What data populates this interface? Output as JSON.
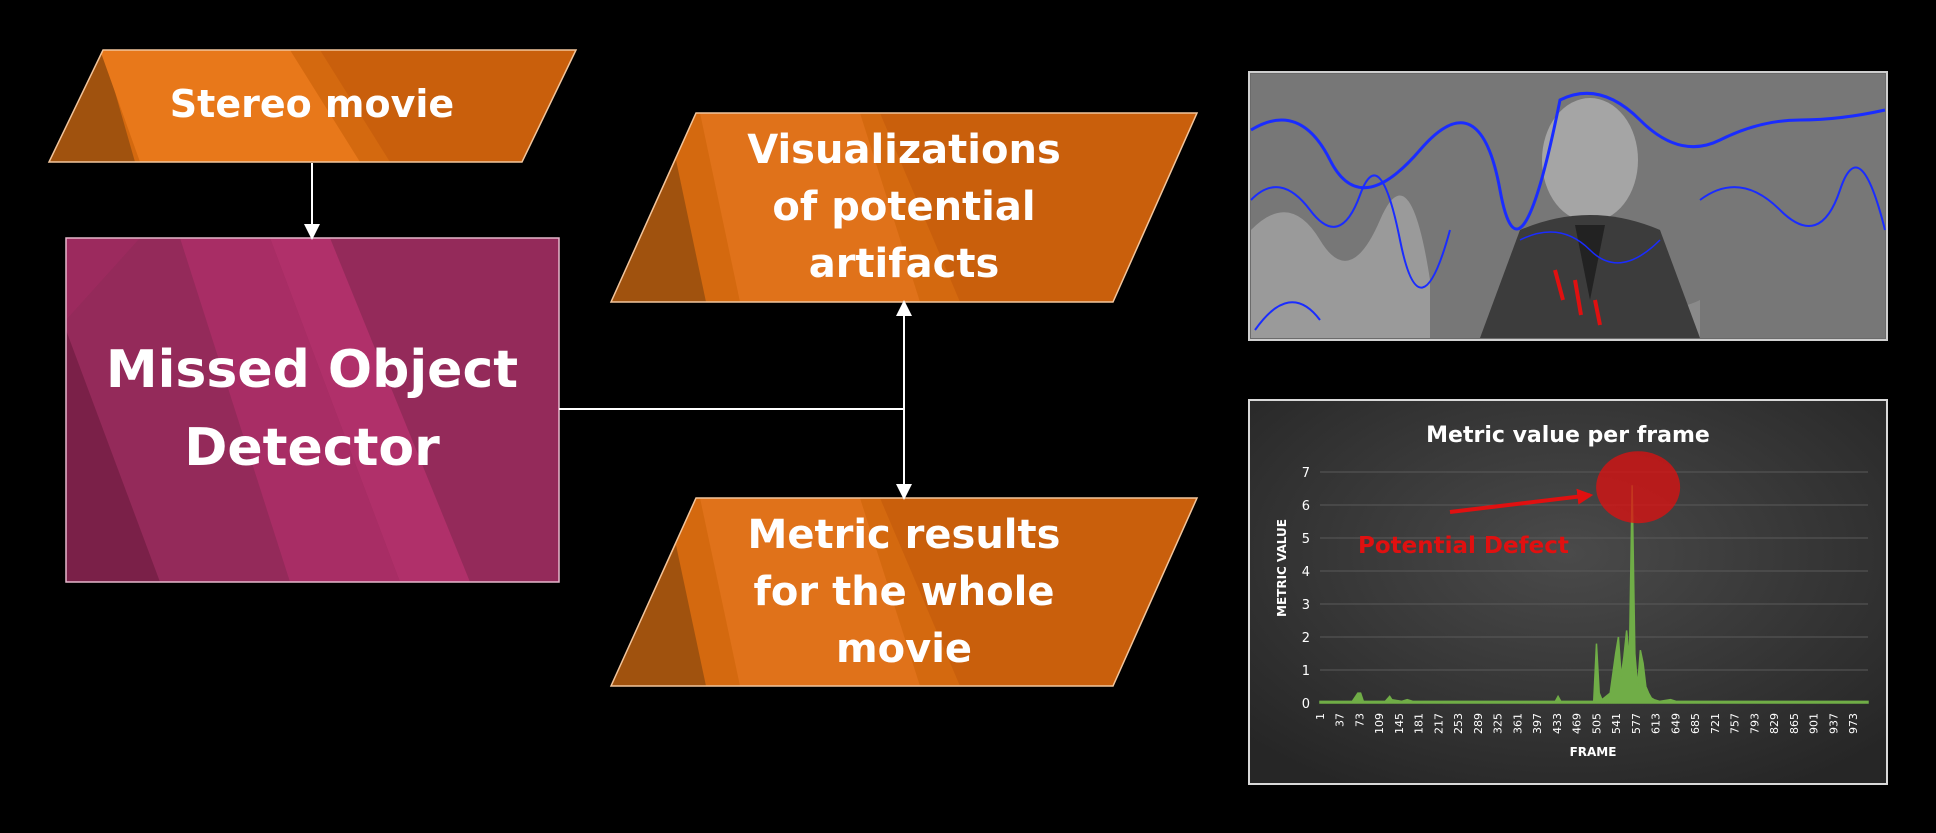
{
  "diagram": {
    "input": "Stereo movie",
    "detector_line1": "Missed Object",
    "detector_line2": "Detector",
    "output_visualizations": [
      "Visualizations",
      "of potential",
      "artifacts"
    ],
    "output_metrics": [
      "Metric results",
      "for the whole",
      "movie"
    ]
  },
  "colors": {
    "orange": "#e07010",
    "orange_dark": "#a0520e",
    "magenta": "#9c2a5e",
    "magenta_light": "#b0306a",
    "chart_line": "#70ad47",
    "highlight": "#ff0000"
  },
  "frame_preview": {
    "description_icon": "segmented-frame-image"
  },
  "chart_data": {
    "type": "area",
    "title": "Metric value per frame",
    "xlabel": "FRAME",
    "ylabel": "METRIC VALUE",
    "ylim": [
      0,
      7
    ],
    "yticks": [
      "0",
      "1",
      "2",
      "3",
      "4",
      "5",
      "6",
      "7"
    ],
    "xticks": [
      "1",
      "37",
      "73",
      "109",
      "145",
      "181",
      "217",
      "253",
      "289",
      "325",
      "361",
      "397",
      "433",
      "469",
      "505",
      "541",
      "577",
      "613",
      "649",
      "685",
      "721",
      "757",
      "793",
      "829",
      "865",
      "901",
      "937",
      "973"
    ],
    "annotation": "Potential Defect",
    "series": [
      {
        "x": [
          1,
          60,
          70,
          75,
          80,
          90,
          120,
          128,
          132,
          150,
          160,
          170,
          200,
          300,
          430,
          435,
          440,
          500,
          505,
          510,
          515,
          530,
          540,
          545,
          550,
          555,
          560,
          565,
          570,
          575,
          580,
          585,
          590,
          595,
          600,
          605,
          610,
          620,
          640,
          650,
          700,
          1000
        ],
        "y": [
          0.05,
          0.05,
          0.3,
          0.3,
          0.05,
          0.05,
          0.05,
          0.2,
          0.1,
          0.05,
          0.1,
          0.05,
          0.05,
          0.05,
          0.05,
          0.2,
          0.05,
          0.05,
          1.8,
          0.3,
          0.1,
          0.3,
          1.5,
          2.0,
          0.8,
          1.4,
          2.2,
          1.3,
          6.6,
          1.5,
          0.5,
          1.6,
          1.2,
          0.5,
          0.3,
          0.15,
          0.1,
          0.05,
          0.1,
          0.05,
          0.05,
          0.05
        ]
      }
    ]
  }
}
